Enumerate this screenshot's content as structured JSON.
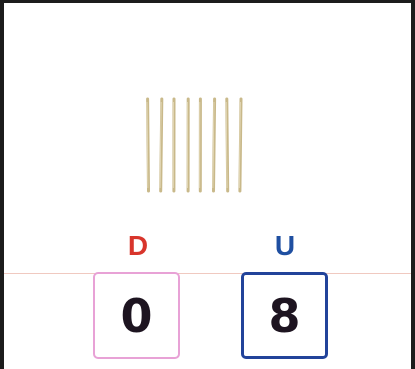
{
  "columns": {
    "tens": {
      "label": "D",
      "value": "0",
      "label_color": "#d8352c",
      "border_color": "#e8a2d6"
    },
    "units": {
      "label": "U",
      "value": "8",
      "label_color": "#1f4fa1",
      "border_color": "#22439a"
    }
  },
  "sticks": {
    "count": 8,
    "color": "#c9b98a"
  }
}
